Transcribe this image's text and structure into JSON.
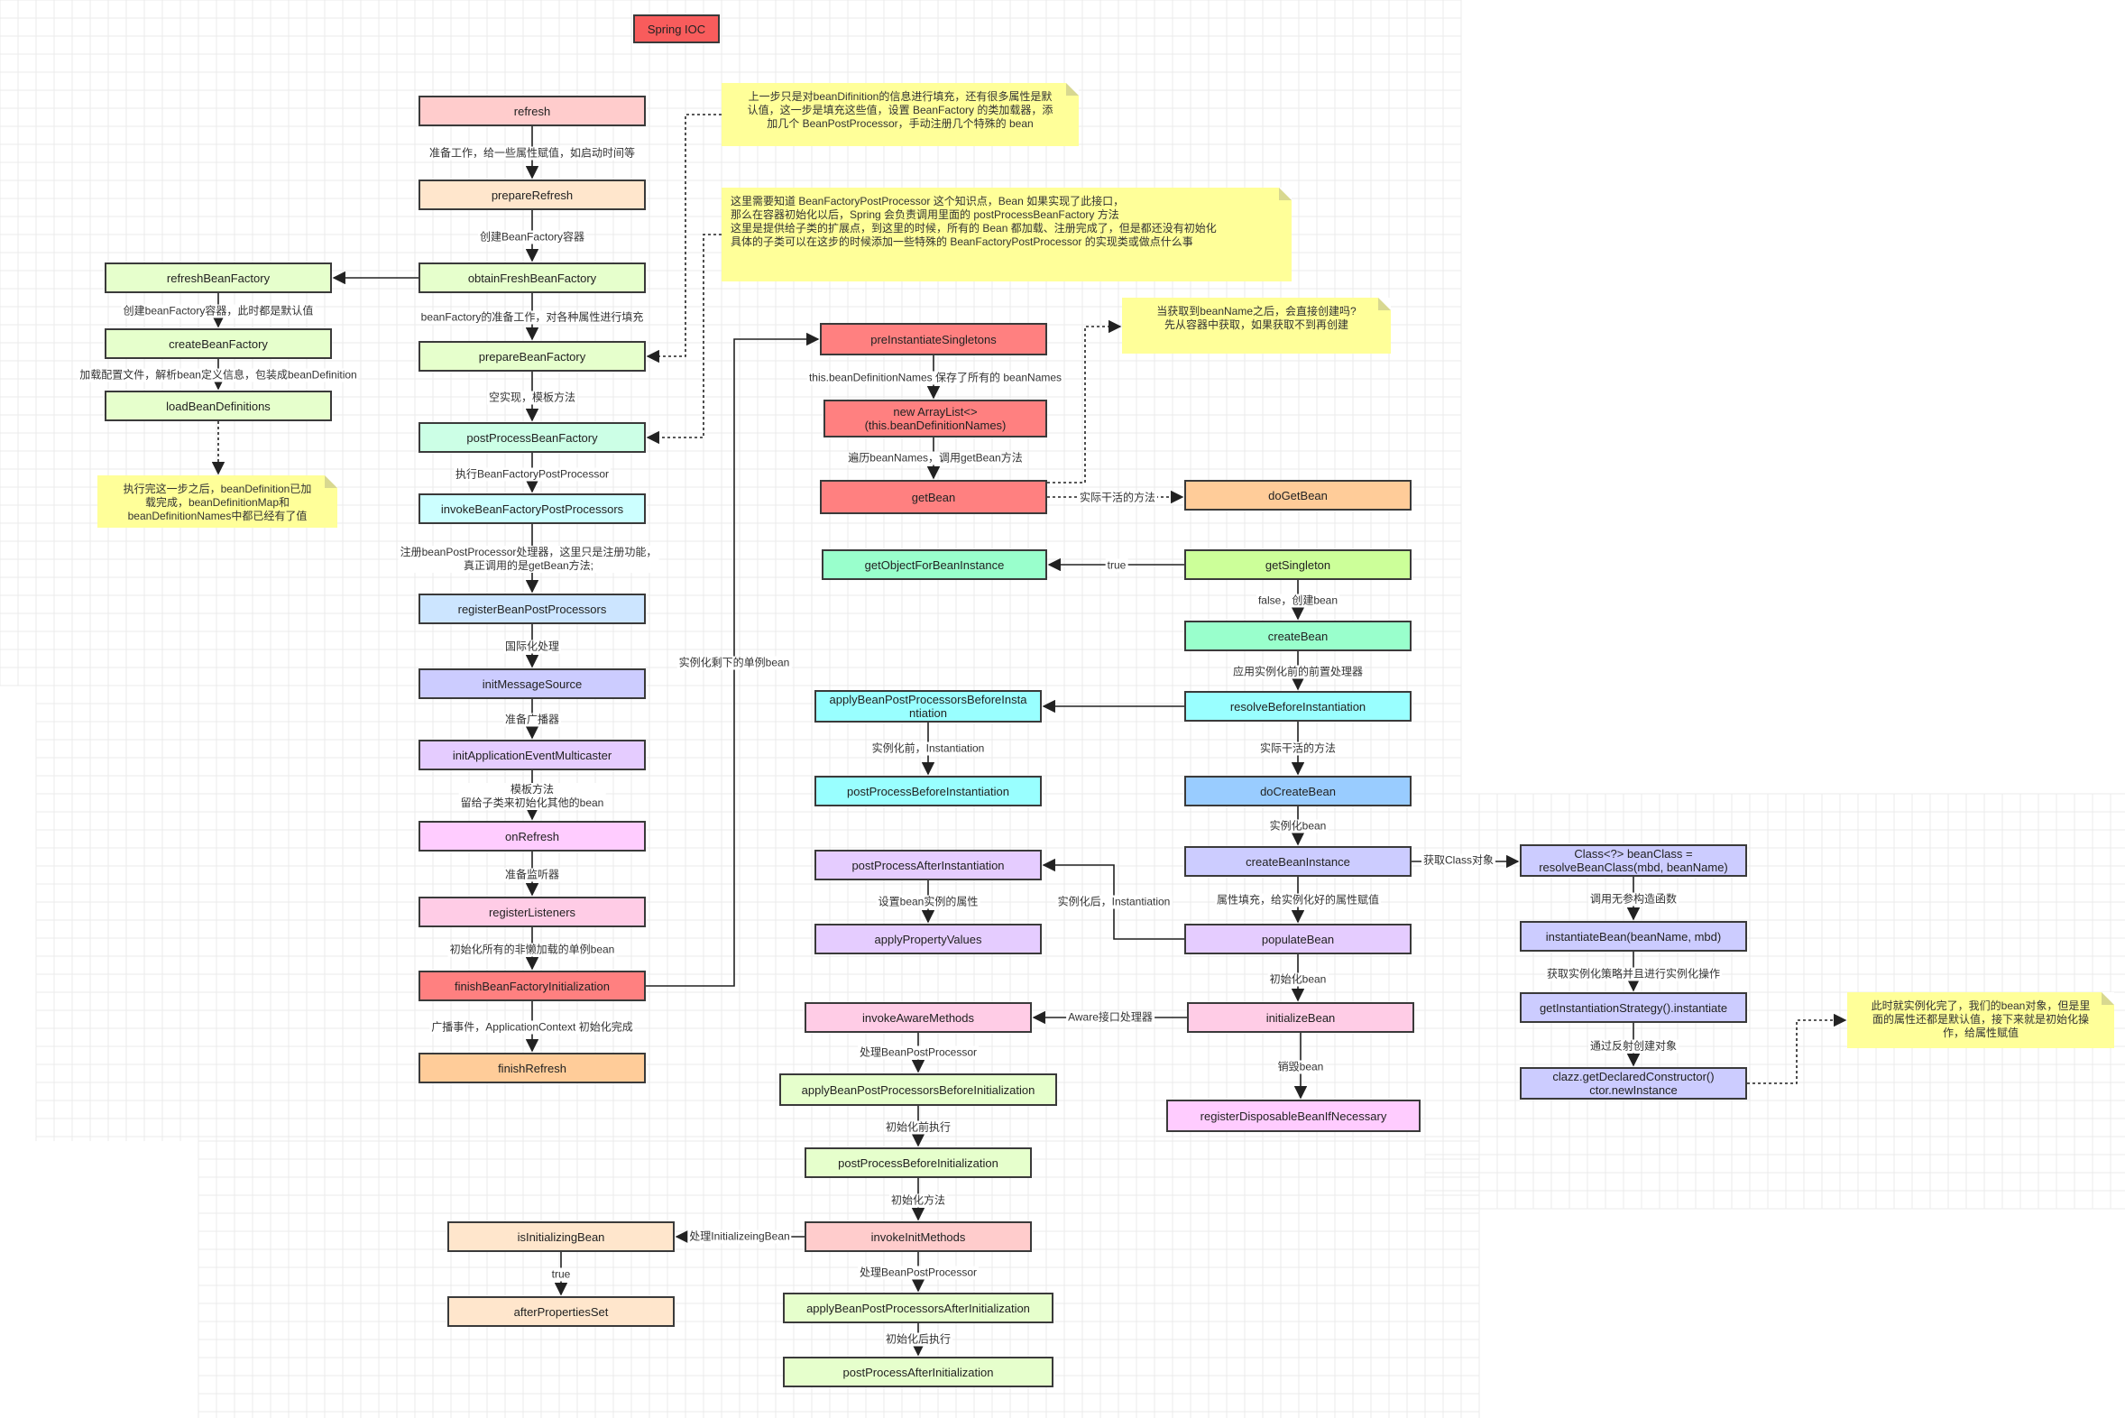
{
  "title": "Spring IOC",
  "colors": {
    "title": "#f85c5c",
    "pink": "#ffcccc",
    "peach": "#ffe6cc",
    "lime": "#e6ffcc",
    "mint": "#ccffe6",
    "cyan": "#ccffff",
    "sky": "#cce5ff",
    "lavender": "#ccccff",
    "violet": "#e5ccff",
    "magenta": "#ffccff",
    "rose": "#ffcce6",
    "red": "#ff8080",
    "orange": "#ffcc99",
    "green": "#ccff99",
    "aqua": "#99ffcc",
    "lightblue": "#99ccff",
    "turquoise": "#99ffff",
    "purple": "#e5ccff",
    "note": "#ffff99"
  },
  "nodes": {
    "refresh": "refresh",
    "prepareRefresh": "prepareRefresh",
    "obtainFreshBeanFactory": "obtainFreshBeanFactory",
    "prepareBeanFactory": "prepareBeanFactory",
    "postProcessBeanFactory": "postProcessBeanFactory",
    "invokeBeanFactoryPostProcessors": "invokeBeanFactoryPostProcessors",
    "registerBeanPostProcessors": "registerBeanPostProcessors",
    "initMessageSource": "initMessageSource",
    "initApplicationEventMulticaster": "initApplicationEventMulticaster",
    "onRefresh": "onRefresh",
    "registerListeners": "registerListeners",
    "finishBeanFactoryInitialization": "finishBeanFactoryInitialization",
    "finishRefresh": "finishRefresh",
    "refreshBeanFactory": "refreshBeanFactory",
    "createBeanFactory": "createBeanFactory",
    "loadBeanDefinitions": "loadBeanDefinitions",
    "preInstantiateSingletons": "preInstantiateSingletons",
    "newArrayList": "new ArrayList<>\n(this.beanDefinitionNames)",
    "getBean": "getBean",
    "doGetBean": "doGetBean",
    "getObjectForBeanInstance": "getObjectForBeanInstance",
    "getSingleton": "getSingleton",
    "createBean": "createBean",
    "applyBeanPostProcessorsBeforeInstantiation": "applyBeanPostProcessorsBeforeInsta\nntiation",
    "resolveBeforeInstantiation": "resolveBeforeInstantiation",
    "postProcessBeforeInstantiation": "postProcessBeforeInstantiation",
    "doCreateBean": "doCreateBean",
    "postProcessAfterInstantiation": "postProcessAfterInstantiation",
    "createBeanInstance": "createBeanInstance",
    "resolveBeanClass": "Class<?> beanClass =\nresolveBeanClass(mbd, beanName)",
    "applyPropertyValues": "applyPropertyValues",
    "populateBean": "populateBean",
    "instantiateBean": "instantiateBean(beanName, mbd)",
    "getInstantiationStrategy": "getInstantiationStrategy().instantiate",
    "invokeAwareMethods": "invokeAwareMethods",
    "initializeBean": "initializeBean",
    "clazzNewInstance": "clazz.getDeclaredConstructor()\nctor.newInstance",
    "applyBeanPostProcessorsBeforeInitialization": "applyBeanPostProcessorsBeforeInitialization",
    "registerDisposableBeanIfNecessary": "registerDisposableBeanIfNecessary",
    "postProcessBeforeInitialization": "postProcessBeforeInitialization",
    "isInitializingBean": "isInitializingBean",
    "invokeInitMethods": "invokeInitMethods",
    "afterPropertiesSet": "afterPropertiesSet",
    "applyBeanPostProcessorsAfterInitialization": "applyBeanPostProcessorsAfterInitialization",
    "postProcessAfterInitialization": "postProcessAfterInitialization"
  },
  "labels": {
    "l1": "准备工作，给一些属性赋值，如启动时间等",
    "l2": "创建BeanFactory容器",
    "l3": "beanFactory的准备工作，对各种属性进行填充",
    "l4": "空实现，模板方法",
    "l5": "执行BeanFactoryPostProcessor",
    "l6": "注册beanPostProcessor处理器，这里只是注册功能，\n真正调用的是getBean方法;",
    "l7": "国际化处理",
    "l8": "准备广播器",
    "l9": "模板方法\n留给子类来初始化其他的bean",
    "l10": "准备监听器",
    "l11": "初始化所有的非懒加载的单例bean",
    "l12": "广播事件，ApplicationContext 初始化完成",
    "l13": "创建beanFactory容器，此时都是默认值",
    "l14": "加载配置文件，解析bean定义信息，包装成beanDefinition",
    "l15": "实例化剩下的单例bean",
    "l16": "this.beanDefinitionNames 保存了所有的 beanNames",
    "l17": "遍历beanNames，调用getBean方法",
    "l18": "实际干活的方法",
    "l19": "true",
    "l20": "false，创建bean",
    "l21": "应用实例化前的前置处理器",
    "l22": "实例化前，Instantiation",
    "l23": "实际干活的方法",
    "l24": "实例化bean",
    "l25": "获取Class对象",
    "l26": "调用无参构造函数",
    "l27": "获取实例化策略并且进行实例化操作",
    "l28": "通过反射创建对象",
    "l29": "设置bean实例的属性",
    "l30": "实例化后，Instantiation",
    "l31": "属性填充，给实例化好的属性赋值",
    "l32": "初始化bean",
    "l33": "Aware接口处理器",
    "l34": "处理BeanPostProcessor",
    "l35": "销毁bean",
    "l36": "初始化前执行",
    "l37": "初始化方法",
    "l38": "处理InitializeingBean",
    "l39": "true",
    "l40": "处理BeanPostProcessor",
    "l41": "初始化后执行"
  },
  "notes": {
    "n1": "上一步只是对beanDifinition的信息进行填充，还有很多属性是默\n认值，这一步是填充这些值，设置 BeanFactory 的类加载器，添\n加几个 BeanPostProcessor，手动注册几个特殊的 bean",
    "n2": "这里需要知道 BeanFactoryPostProcessor 这个知识点，Bean 如果实现了此接口，\n那么在容器初始化以后，Spring 会负责调用里面的 postProcessBeanFactory 方法\n这里是提供给子类的扩展点，到这里的时候，所有的 Bean 都加载、注册完成了，但是都还没有初始化\n具体的子类可以在这步的时候添加一些特殊的 BeanFactoryPostProcessor 的实现类或做点什么事",
    "n3": "当获取到beanName之后，会直接创建吗?\n先从容器中获取，如果获取不到再创建",
    "n4": "执行完这一步之后，beanDefinition已加\n载完成，beanDefinitionMap和\nbeanDefinitionNames中都已经有了值",
    "n5": "此时就实例化完了，我们的bean对象，但是里\n面的属性还都是默认值，接下来就是初始化操\n作，给属性赋值"
  }
}
